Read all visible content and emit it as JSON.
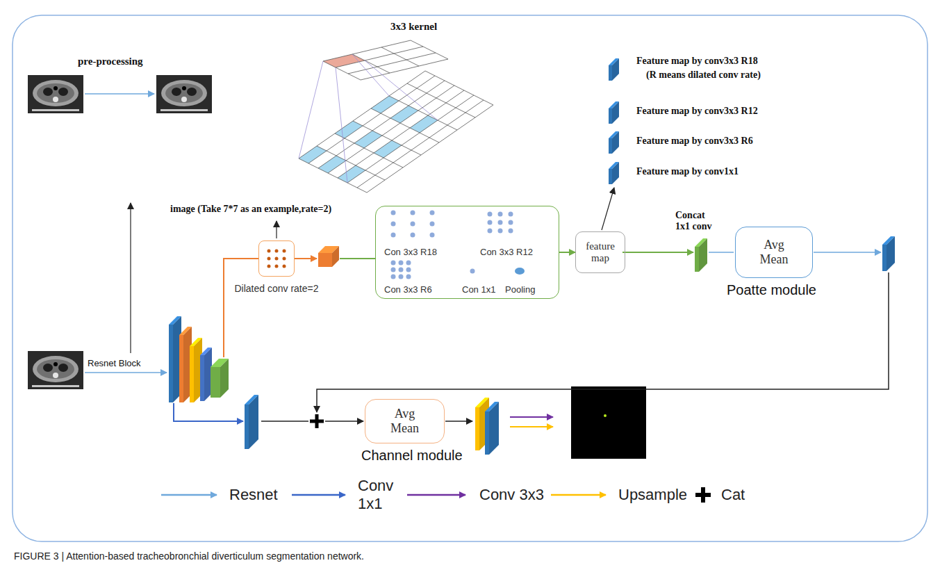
{
  "diagram": {
    "caption": "FIGURE 3 | Attention-based tracheobronchial diverticulum segmentation network.",
    "nodes": [
      {
        "text": [
          "Dilated conv rate=2"
        ]
      },
      {
        "text": [
          "Con 3x3 R18",
          "Con 3x3 R12",
          "Con 3x3 R6",
          "Con 1x1",
          "Pooling"
        ]
      },
      {
        "text": [
          "feature map"
        ]
      },
      {
        "text": [
          "Avg Mean"
        ]
      },
      {
        "text": [
          "Avg Mean"
        ]
      }
    ],
    "edges": [
      {
        "from": 1,
        "to": 2,
        "arrow": "to"
      }
    ],
    "labels": [
      "pre-processing",
      "3x3 kernel",
      "image (Take 7*7 as an example,rate=2)",
      "Feature map by conv3x3 R18",
      "(R means dilated conv rate)",
      "Feature map by conv3x3 R12",
      "Feature map by conv3x3 R6",
      "Feature map by conv1x1",
      "Resnet Block",
      "Concat 1x1 conv",
      "Poatte module",
      "Channel module"
    ],
    "legend": [
      {
        "text": "Resnet"
      },
      {
        "text": "Conv 1x1"
      },
      {
        "text": "Conv 3x3"
      },
      {
        "text": "Upsample"
      },
      {
        "text": "Cat"
      }
    ]
  }
}
